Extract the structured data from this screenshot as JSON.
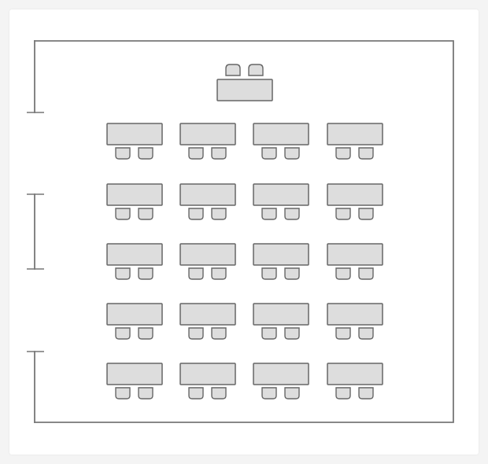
{
  "floor_plan": {
    "layout": "classroom",
    "rows": 5,
    "columns": 4,
    "seats_per_desk": 2,
    "presenter_desks": 1,
    "presenter_seats": 2,
    "doors_on_left_wall": 2,
    "colors": {
      "background": "#f4f4f4",
      "room_fill": "#ffffff",
      "wall": "#777777",
      "desk_fill": "#dddddd",
      "desk_stroke": "#666666",
      "chair_fill": "#dddddd",
      "chair_stroke": "#666666"
    }
  }
}
